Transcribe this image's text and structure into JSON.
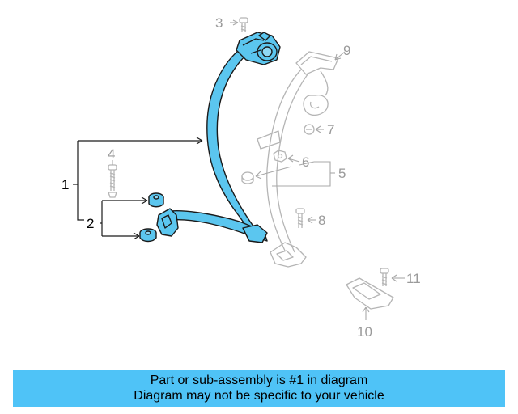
{
  "diagram": {
    "callouts": {
      "c1": "1",
      "c2": "2",
      "c3": "3",
      "c4": "4",
      "c5": "5",
      "c6": "6",
      "c7": "7",
      "c8": "8",
      "c9": "9",
      "c10": "10",
      "c11": "11"
    },
    "highlighted_part": "1"
  },
  "footer": {
    "line1": "Part or sub-assembly is #1 in diagram",
    "line2": "Diagram may not be specific to your vehicle"
  },
  "colors": {
    "highlight_fill": "#5bc6ef",
    "line_dark": "#1a1a1a",
    "line_dim": "#b0b0b0",
    "banner": "#4fc3f7"
  }
}
